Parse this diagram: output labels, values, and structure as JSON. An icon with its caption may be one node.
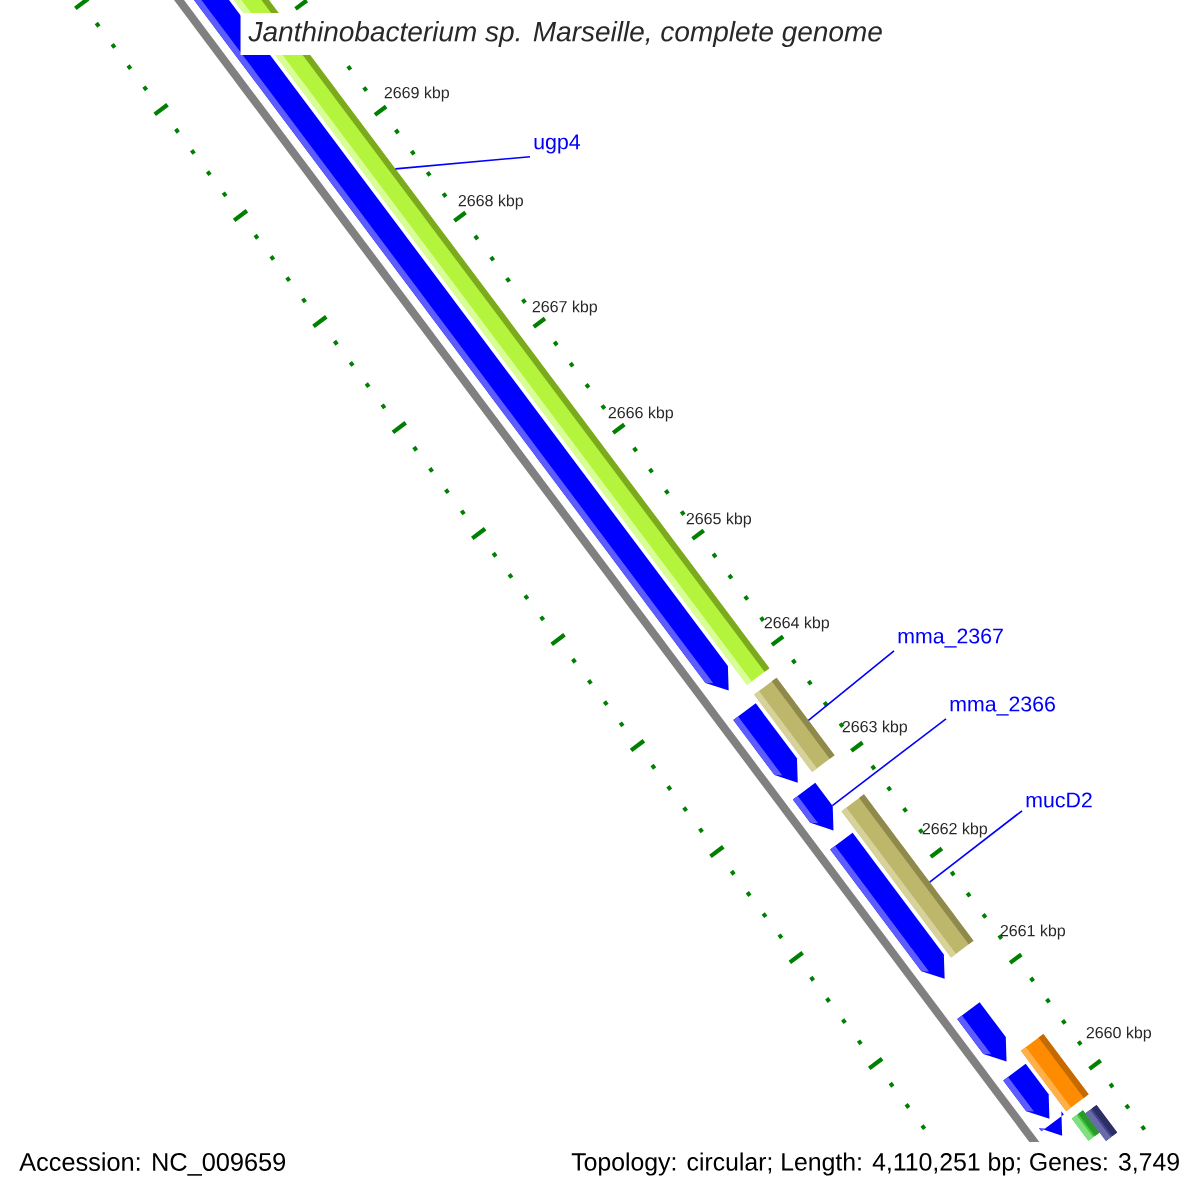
{
  "diagram": {
    "title": "Janthinobacterium sp. Marseille, complete genome",
    "nodes": [
      {
        "text": [
          "ugp4"
        ]
      },
      {
        "text": [
          "mma_2367"
        ]
      },
      {
        "text": [
          "mma_2366"
        ]
      },
      {
        "text": [
          "mucD2"
        ]
      },
      {
        "text": [],
        "shape": "bar"
      },
      {
        "text": [],
        "shape": "bar"
      },
      {
        "text": [],
        "shape": "bar"
      },
      {
        "text": [],
        "shape": "bar"
      },
      {
        "text": [],
        "shape": "bar"
      },
      {
        "text": [],
        "shape": "bar"
      },
      {
        "text": [],
        "shape": "bar"
      },
      {
        "text": [],
        "shape": "bar"
      },
      {
        "text": [],
        "shape": "bar"
      },
      {
        "text": [],
        "shape": "bar"
      },
      {
        "text": [],
        "shape": "bar"
      },
      {
        "text": [],
        "shape": "bar"
      },
      {
        "text": [],
        "shape": "bar"
      }
    ],
    "edges": [
      {
        "from": 0,
        "to": 5,
        "arrow": "none"
      },
      {
        "from": 1,
        "to": 6,
        "arrow": "none"
      },
      {
        "from": 2,
        "to": 8,
        "arrow": "none"
      },
      {
        "from": 3,
        "to": 9,
        "arrow": "none"
      }
    ],
    "labels": [
      "2669 kbp",
      "2668 kbp",
      "2667 kbp",
      "2666 kbp",
      "2665 kbp",
      "2664 kbp",
      "2663 kbp",
      "2662 kbp",
      "2661 kbp",
      "2660 kbp",
      "Accession: NC_009659",
      "Topology: circular; Length: 4,110,251 bp; Genes: 3,749"
    ]
  }
}
